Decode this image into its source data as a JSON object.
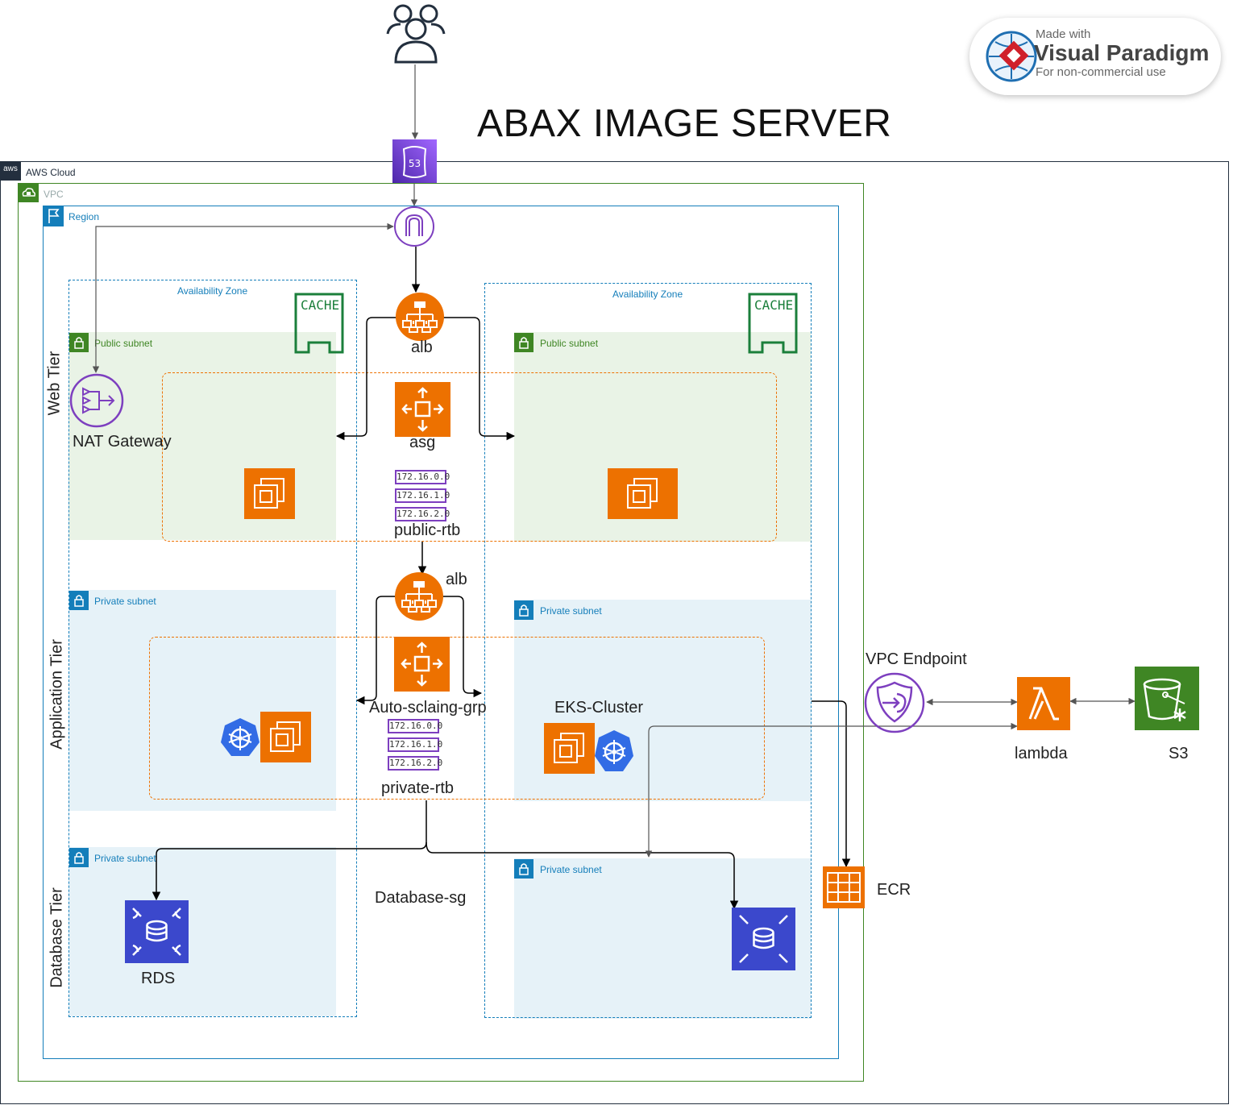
{
  "title": "ABAX IMAGE SERVER",
  "watermark": {
    "line1": "Made with",
    "line2": "Visual Paradigm",
    "line3": "For non-commercial use"
  },
  "groups": {
    "aws_cloud": "AWS Cloud",
    "aws_badge": "aws",
    "vpc": "VPC",
    "region": "Region",
    "az_left": "Availability Zone",
    "az_right": "Availability Zone",
    "public_subnet_left": "Public subnet",
    "public_subnet_right": "Public subnet",
    "private_subnet_app_left": "Private subnet",
    "private_subnet_app_right": "Private subnet",
    "private_subnet_db_left": "Private subnet",
    "private_subnet_db_right": "Private subnet"
  },
  "tiers": {
    "web": "Web Tier",
    "app": "Application Tier",
    "db": "Database Tier"
  },
  "labels": {
    "alb_top": "alb",
    "asg": "asg",
    "public_rtb": "public-rtb",
    "alb_mid": "alb",
    "auto_scaling": "Auto-sclaing-grp",
    "private_rtb": "private-rtb",
    "eks": "EKS-Cluster",
    "nat": "NAT Gateway",
    "db_sg": "Database-sg",
    "rds": "RDS",
    "vpc_endpoint": "VPC Endpoint",
    "lambda": "lambda",
    "s3": "S3",
    "ecr": "ECR",
    "cache_left": "CACHE",
    "cache_right": "CACHE",
    "route53_glyph": "53"
  },
  "public_routes": [
    "172.16.0.0",
    "172.16.1.0",
    "172.16.2.0"
  ],
  "private_routes": [
    "172.16.0.0",
    "172.16.1.0",
    "172.16.2.0"
  ],
  "icons": [
    "users-icon",
    "route53-icon",
    "internet-gateway-icon",
    "alb-icon",
    "asg-icon",
    "ec2-icon",
    "nat-gateway-icon",
    "cache-icon",
    "kubernetes-icon",
    "rds-icon",
    "vpc-endpoint-icon",
    "lambda-icon",
    "s3-glacier-icon",
    "ecr-icon"
  ],
  "colors": {
    "aws_orange": "#ed7100",
    "purple": "#7d3fbf",
    "rds_blue": "#3b48cc",
    "s3_green": "#3f8624",
    "k8s_blue": "#326ce5",
    "public_subnet": "#e9f3e6",
    "private_subnet": "#e6f2f8",
    "vpc_green": "#3f8624",
    "region_blue": "#147eba",
    "cache_green": "#1b7f3b"
  }
}
